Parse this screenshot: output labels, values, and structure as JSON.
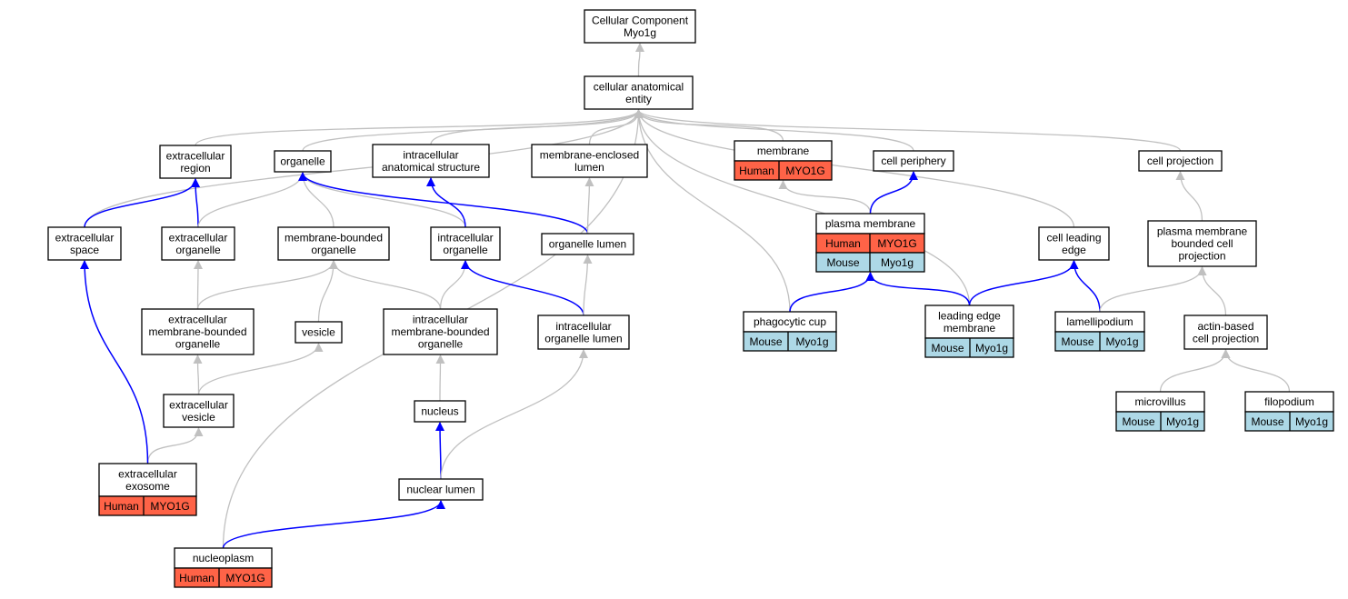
{
  "colors": {
    "inferred_edge": "#c0c0c0",
    "direct_edge": "#0000ff",
    "human": "#ff6347",
    "mouse": "#add8e6",
    "node_border": "#000000",
    "node_fill": "#ffffff"
  },
  "nodes": [
    {
      "id": "root",
      "lines": [
        "Cellular Component",
        "Myo1g"
      ]
    },
    {
      "id": "cae",
      "lines": [
        "cellular anatomical",
        "entity"
      ]
    },
    {
      "id": "er",
      "lines": [
        "extracellular",
        "region"
      ]
    },
    {
      "id": "org",
      "lines": [
        "organelle"
      ]
    },
    {
      "id": "ias",
      "lines": [
        "intracellular",
        "anatomical structure"
      ]
    },
    {
      "id": "mel",
      "lines": [
        "membrane-enclosed",
        "lumen"
      ]
    },
    {
      "id": "mem",
      "lines": [
        "membrane"
      ],
      "species": "Human",
      "gene": "MYO1G"
    },
    {
      "id": "cp",
      "lines": [
        "cell periphery"
      ]
    },
    {
      "id": "cproj",
      "lines": [
        "cell projection"
      ]
    },
    {
      "id": "es",
      "lines": [
        "extracellular",
        "space"
      ]
    },
    {
      "id": "eo",
      "lines": [
        "extracellular",
        "organelle"
      ]
    },
    {
      "id": "mbo",
      "lines": [
        "membrane-bounded",
        "organelle"
      ]
    },
    {
      "id": "io",
      "lines": [
        "intracellular",
        "organelle"
      ]
    },
    {
      "id": "ol",
      "lines": [
        "organelle lumen"
      ]
    },
    {
      "id": "pm",
      "lines": [
        "plasma membrane"
      ],
      "rows": [
        {
          "species": "Human",
          "gene": "MYO1G"
        },
        {
          "species": "Mouse",
          "gene": "Myo1g"
        }
      ]
    },
    {
      "id": "cle",
      "lines": [
        "cell leading",
        "edge"
      ]
    },
    {
      "id": "pmbcp",
      "lines": [
        "plasma membrane",
        "bounded cell",
        "projection"
      ]
    },
    {
      "id": "embo",
      "lines": [
        "extracellular",
        "membrane-bounded",
        "organelle"
      ]
    },
    {
      "id": "ves",
      "lines": [
        "vesicle"
      ]
    },
    {
      "id": "imbo",
      "lines": [
        "intracellular",
        "membrane-bounded",
        "organelle"
      ]
    },
    {
      "id": "iol",
      "lines": [
        "intracellular",
        "organelle lumen"
      ]
    },
    {
      "id": "pc",
      "lines": [
        "phagocytic cup"
      ],
      "species": "Mouse",
      "gene": "Myo1g"
    },
    {
      "id": "lem",
      "lines": [
        "leading edge",
        "membrane"
      ],
      "species": "Mouse",
      "gene": "Myo1g"
    },
    {
      "id": "lam",
      "lines": [
        "lamellipodium"
      ],
      "species": "Mouse",
      "gene": "Myo1g"
    },
    {
      "id": "abcp",
      "lines": [
        "actin-based",
        "cell projection"
      ]
    },
    {
      "id": "ev",
      "lines": [
        "extracellular",
        "vesicle"
      ]
    },
    {
      "id": "nuc",
      "lines": [
        "nucleus"
      ]
    },
    {
      "id": "mv",
      "lines": [
        "microvillus"
      ],
      "species": "Mouse",
      "gene": "Myo1g"
    },
    {
      "id": "fp",
      "lines": [
        "filopodium"
      ],
      "species": "Mouse",
      "gene": "Myo1g"
    },
    {
      "id": "exo",
      "lines": [
        "extracellular",
        "exosome"
      ],
      "species": "Human",
      "gene": "MYO1G"
    },
    {
      "id": "nl",
      "lines": [
        "nuclear lumen"
      ]
    },
    {
      "id": "np",
      "lines": [
        "nucleoplasm"
      ],
      "species": "Human",
      "gene": "MYO1G"
    }
  ],
  "edges": [
    {
      "from": "cae",
      "to": "root",
      "direct": false
    },
    {
      "from": "er",
      "to": "cae",
      "direct": false
    },
    {
      "from": "org",
      "to": "cae",
      "direct": false
    },
    {
      "from": "ias",
      "to": "cae",
      "direct": false
    },
    {
      "from": "mel",
      "to": "cae",
      "direct": false
    },
    {
      "from": "mem",
      "to": "cae",
      "direct": false
    },
    {
      "from": "cp",
      "to": "cae",
      "direct": false
    },
    {
      "from": "cproj",
      "to": "cae",
      "direct": false
    },
    {
      "from": "es",
      "to": "cae",
      "direct": false
    },
    {
      "from": "pc",
      "to": "cae",
      "direct": false
    },
    {
      "from": "lem",
      "to": "cae",
      "direct": false
    },
    {
      "from": "cle",
      "to": "cae",
      "direct": false
    },
    {
      "from": "np",
      "to": "cae",
      "direct": false
    },
    {
      "from": "es",
      "to": "er",
      "direct": true
    },
    {
      "from": "eo",
      "to": "er",
      "direct": true
    },
    {
      "from": "eo",
      "to": "org",
      "direct": false
    },
    {
      "from": "mbo",
      "to": "org",
      "direct": false
    },
    {
      "from": "io",
      "to": "org",
      "direct": false
    },
    {
      "from": "ol",
      "to": "org",
      "direct": true
    },
    {
      "from": "io",
      "to": "ias",
      "direct": true
    },
    {
      "from": "ol",
      "to": "mel",
      "direct": false
    },
    {
      "from": "pm",
      "to": "mem",
      "direct": false
    },
    {
      "from": "pm",
      "to": "cp",
      "direct": true
    },
    {
      "from": "pmbcp",
      "to": "cproj",
      "direct": false
    },
    {
      "from": "embo",
      "to": "eo",
      "direct": false
    },
    {
      "from": "embo",
      "to": "mbo",
      "direct": false
    },
    {
      "from": "ves",
      "to": "mbo",
      "direct": false
    },
    {
      "from": "imbo",
      "to": "mbo",
      "direct": false
    },
    {
      "from": "imbo",
      "to": "io",
      "direct": false
    },
    {
      "from": "iol",
      "to": "io",
      "direct": true
    },
    {
      "from": "iol",
      "to": "ol",
      "direct": false
    },
    {
      "from": "pc",
      "to": "pm",
      "direct": true
    },
    {
      "from": "lem",
      "to": "pm",
      "direct": true
    },
    {
      "from": "lem",
      "to": "cle",
      "direct": true
    },
    {
      "from": "lam",
      "to": "cle",
      "direct": true
    },
    {
      "from": "lam",
      "to": "pmbcp",
      "direct": false
    },
    {
      "from": "abcp",
      "to": "pmbcp",
      "direct": false
    },
    {
      "from": "mv",
      "to": "abcp",
      "direct": false
    },
    {
      "from": "fp",
      "to": "abcp",
      "direct": false
    },
    {
      "from": "ev",
      "to": "embo",
      "direct": false
    },
    {
      "from": "ev",
      "to": "ves",
      "direct": false
    },
    {
      "from": "nuc",
      "to": "imbo",
      "direct": false
    },
    {
      "from": "exo",
      "to": "ev",
      "direct": false
    },
    {
      "from": "exo",
      "to": "es",
      "direct": true
    },
    {
      "from": "nl",
      "to": "nuc",
      "direct": true
    },
    {
      "from": "nl",
      "to": "iol",
      "direct": false
    },
    {
      "from": "np",
      "to": "nl",
      "direct": true
    }
  ]
}
